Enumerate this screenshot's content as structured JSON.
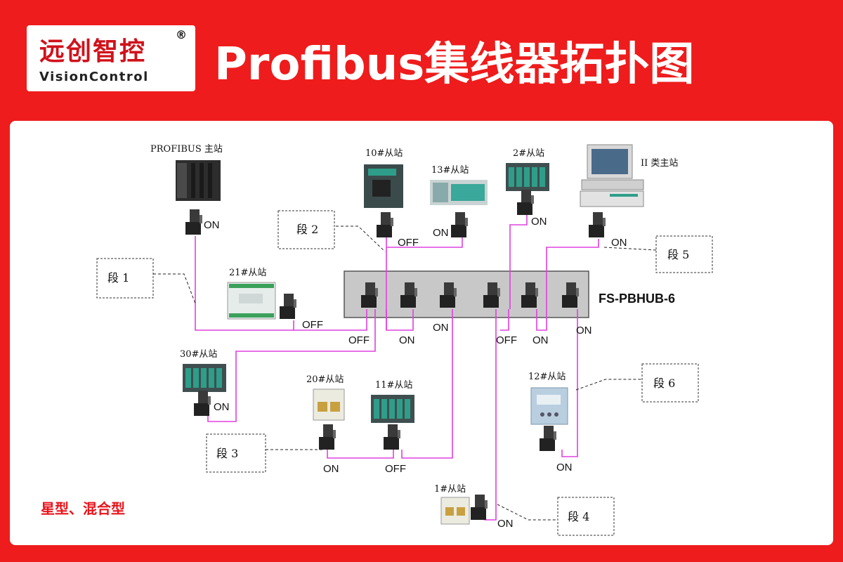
{
  "header": {
    "logo_zh": "远创智控",
    "logo_reg": "®",
    "logo_en": "VisionControl",
    "title": "Profibus集线器拓扑图"
  },
  "diagram": {
    "hub_label": "FS-PBHUB-6",
    "stations": {
      "master": "PROFIBUS 主站",
      "class2": "II 类主站",
      "s10": "10#从站",
      "s13": "13#从站",
      "s2": "2#从站",
      "s21": "21#从站",
      "s30": "30#从站",
      "s20": "20#从站",
      "s11": "11#从站",
      "s12": "12#从站",
      "s1": "1#从站"
    },
    "segments": {
      "seg1": "段 1",
      "seg2": "段 2",
      "seg3": "段 3",
      "seg4": "段 4",
      "seg5": "段 5",
      "seg6": "段 6"
    },
    "switch_states": {
      "master": "ON",
      "s10": "OFF",
      "s13": "ON",
      "s2": "ON",
      "class2": "ON",
      "s21": "OFF",
      "hub1": "OFF",
      "hub2": "ON",
      "hub3": "ON",
      "hub4": "OFF",
      "hub5": "ON",
      "hub6": "ON",
      "s30": "ON",
      "s20": "ON",
      "s11": "OFF",
      "s12": "ON",
      "s1": "ON"
    },
    "colors": {
      "bus_line": "#e040e0",
      "hub_body": "#c8c8c8",
      "module_green": "#2e9e8a"
    }
  },
  "footer": {
    "caption": "星型、混合型"
  }
}
